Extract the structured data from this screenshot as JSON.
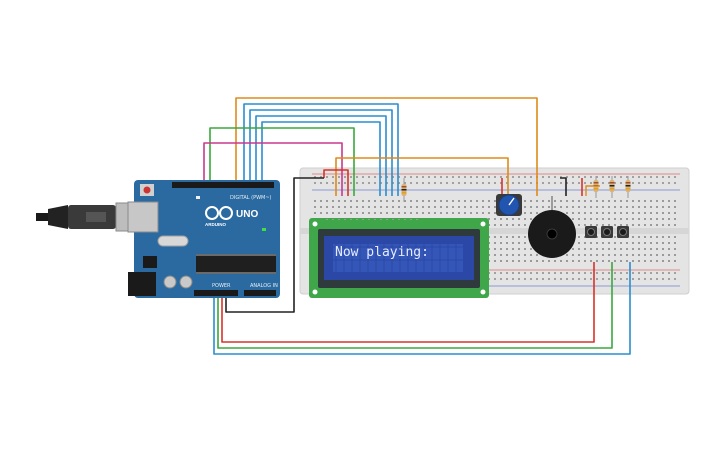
{
  "board": {
    "brand_label": "UNO",
    "sub_label": "ARDUINO",
    "digital_header_label": "DIGITAL (PWM~)",
    "power_header_label": "POWER",
    "analog_header_label": "ANALOG IN"
  },
  "lcd": {
    "text_line1": "Now playing:",
    "text_line2": ""
  },
  "colors": {
    "board_blue": "#2a6aa0",
    "breadboard": "#e6e6e6",
    "lcd_bezel": "#2f3a3c",
    "lcd_pcb": "#3fa64a",
    "lcd_screen": "#2b48a6",
    "wire_red": "#d8322a",
    "wire_green": "#3aa83c",
    "wire_blue": "#2a8ed0",
    "wire_orange": "#e08a1a",
    "wire_magenta": "#c8388f",
    "wire_black": "#222222"
  },
  "components": [
    {
      "name": "arduino-uno",
      "icon": "microcontroller-icon"
    },
    {
      "name": "usb-connector",
      "icon": "usb-plug-icon"
    },
    {
      "name": "breadboard",
      "icon": "breadboard-icon"
    },
    {
      "name": "lcd-16x2",
      "icon": "lcd-display-icon"
    },
    {
      "name": "potentiometer",
      "icon": "knob-icon"
    },
    {
      "name": "piezo-buzzer",
      "icon": "buzzer-icon"
    },
    {
      "name": "push-buttons",
      "icon": "button-icon"
    },
    {
      "name": "resistors",
      "icon": "resistor-icon"
    }
  ]
}
